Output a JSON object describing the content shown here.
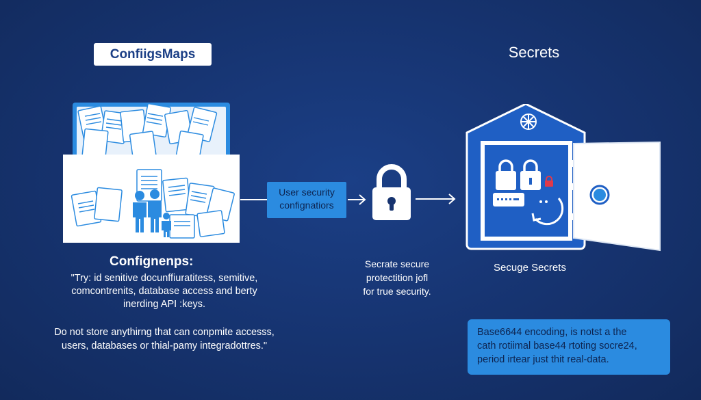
{
  "configmaps": {
    "title": "ConfiigsMaps",
    "subtitle": "Confignenps:",
    "lines": [
      "\"Try: id senitive docunffiuratitess, semitive,",
      "comcontrenits, database access and berty",
      "inerding API :keys."
    ],
    "warning_lines": [
      "Do not store anythirng that can conpmite accesss,",
      "users, databases or thial-pamy integradottres.\""
    ],
    "icons": [
      "folder-icon",
      "document-icon",
      "people-icon"
    ]
  },
  "middle": {
    "user_box_lines": [
      "User security",
      "confignatiors"
    ],
    "lock_icon": "padlock-icon",
    "caption_lines": [
      "Secrate secure",
      "protectition jofl",
      "for true security."
    ]
  },
  "secrets": {
    "title": "Secrets",
    "vault_icon": "vault-icon",
    "label": "Secuge Secrets",
    "note_lines": [
      "Base6644 encoding, is notst a the",
      "cath rotiimal base44 rtoting socre24,",
      "period irtear just thit real-data."
    ]
  },
  "colors": {
    "background": "#16336f",
    "accent": "#2b8be0",
    "vault_blue": "#1f5fc4",
    "white": "#ffffff",
    "alert_red": "#e0394a"
  }
}
